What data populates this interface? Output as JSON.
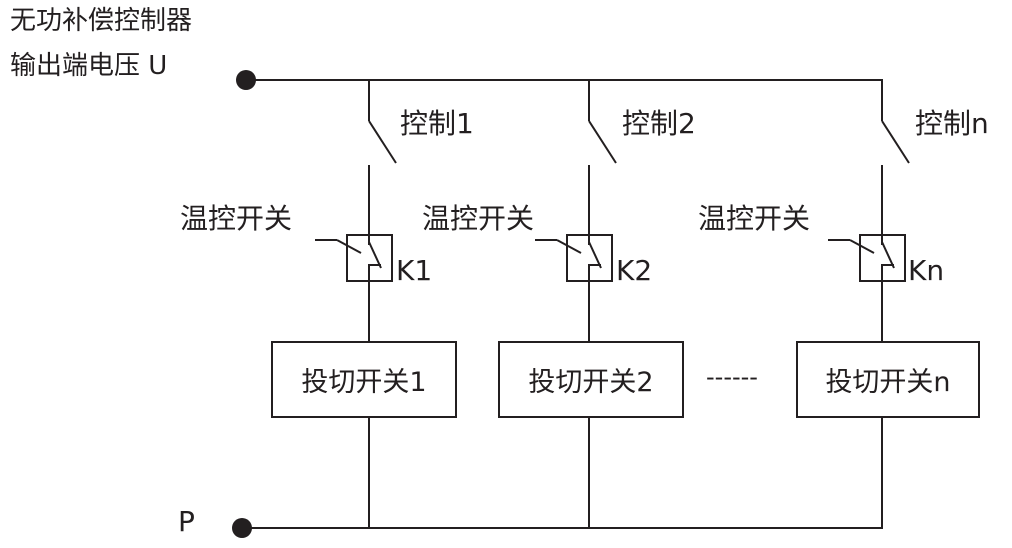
{
  "title_line1": "无功补偿控制器",
  "title_line2": "输出端电压 U",
  "bottom_node_label": "P",
  "line_color": "#231f20",
  "branches": [
    {
      "control_label": "控制1",
      "thermo_label": "温控开关",
      "k_label": "K1",
      "switch_label": "投切开关1"
    },
    {
      "control_label": "控制2",
      "thermo_label": "温控开关",
      "k_label": "K2",
      "switch_label": "投切开关2"
    },
    {
      "control_label": "控制n",
      "thermo_label": "温控开关",
      "k_label": "Kn",
      "switch_label": "投切开关n"
    }
  ],
  "ellipsis": "------"
}
